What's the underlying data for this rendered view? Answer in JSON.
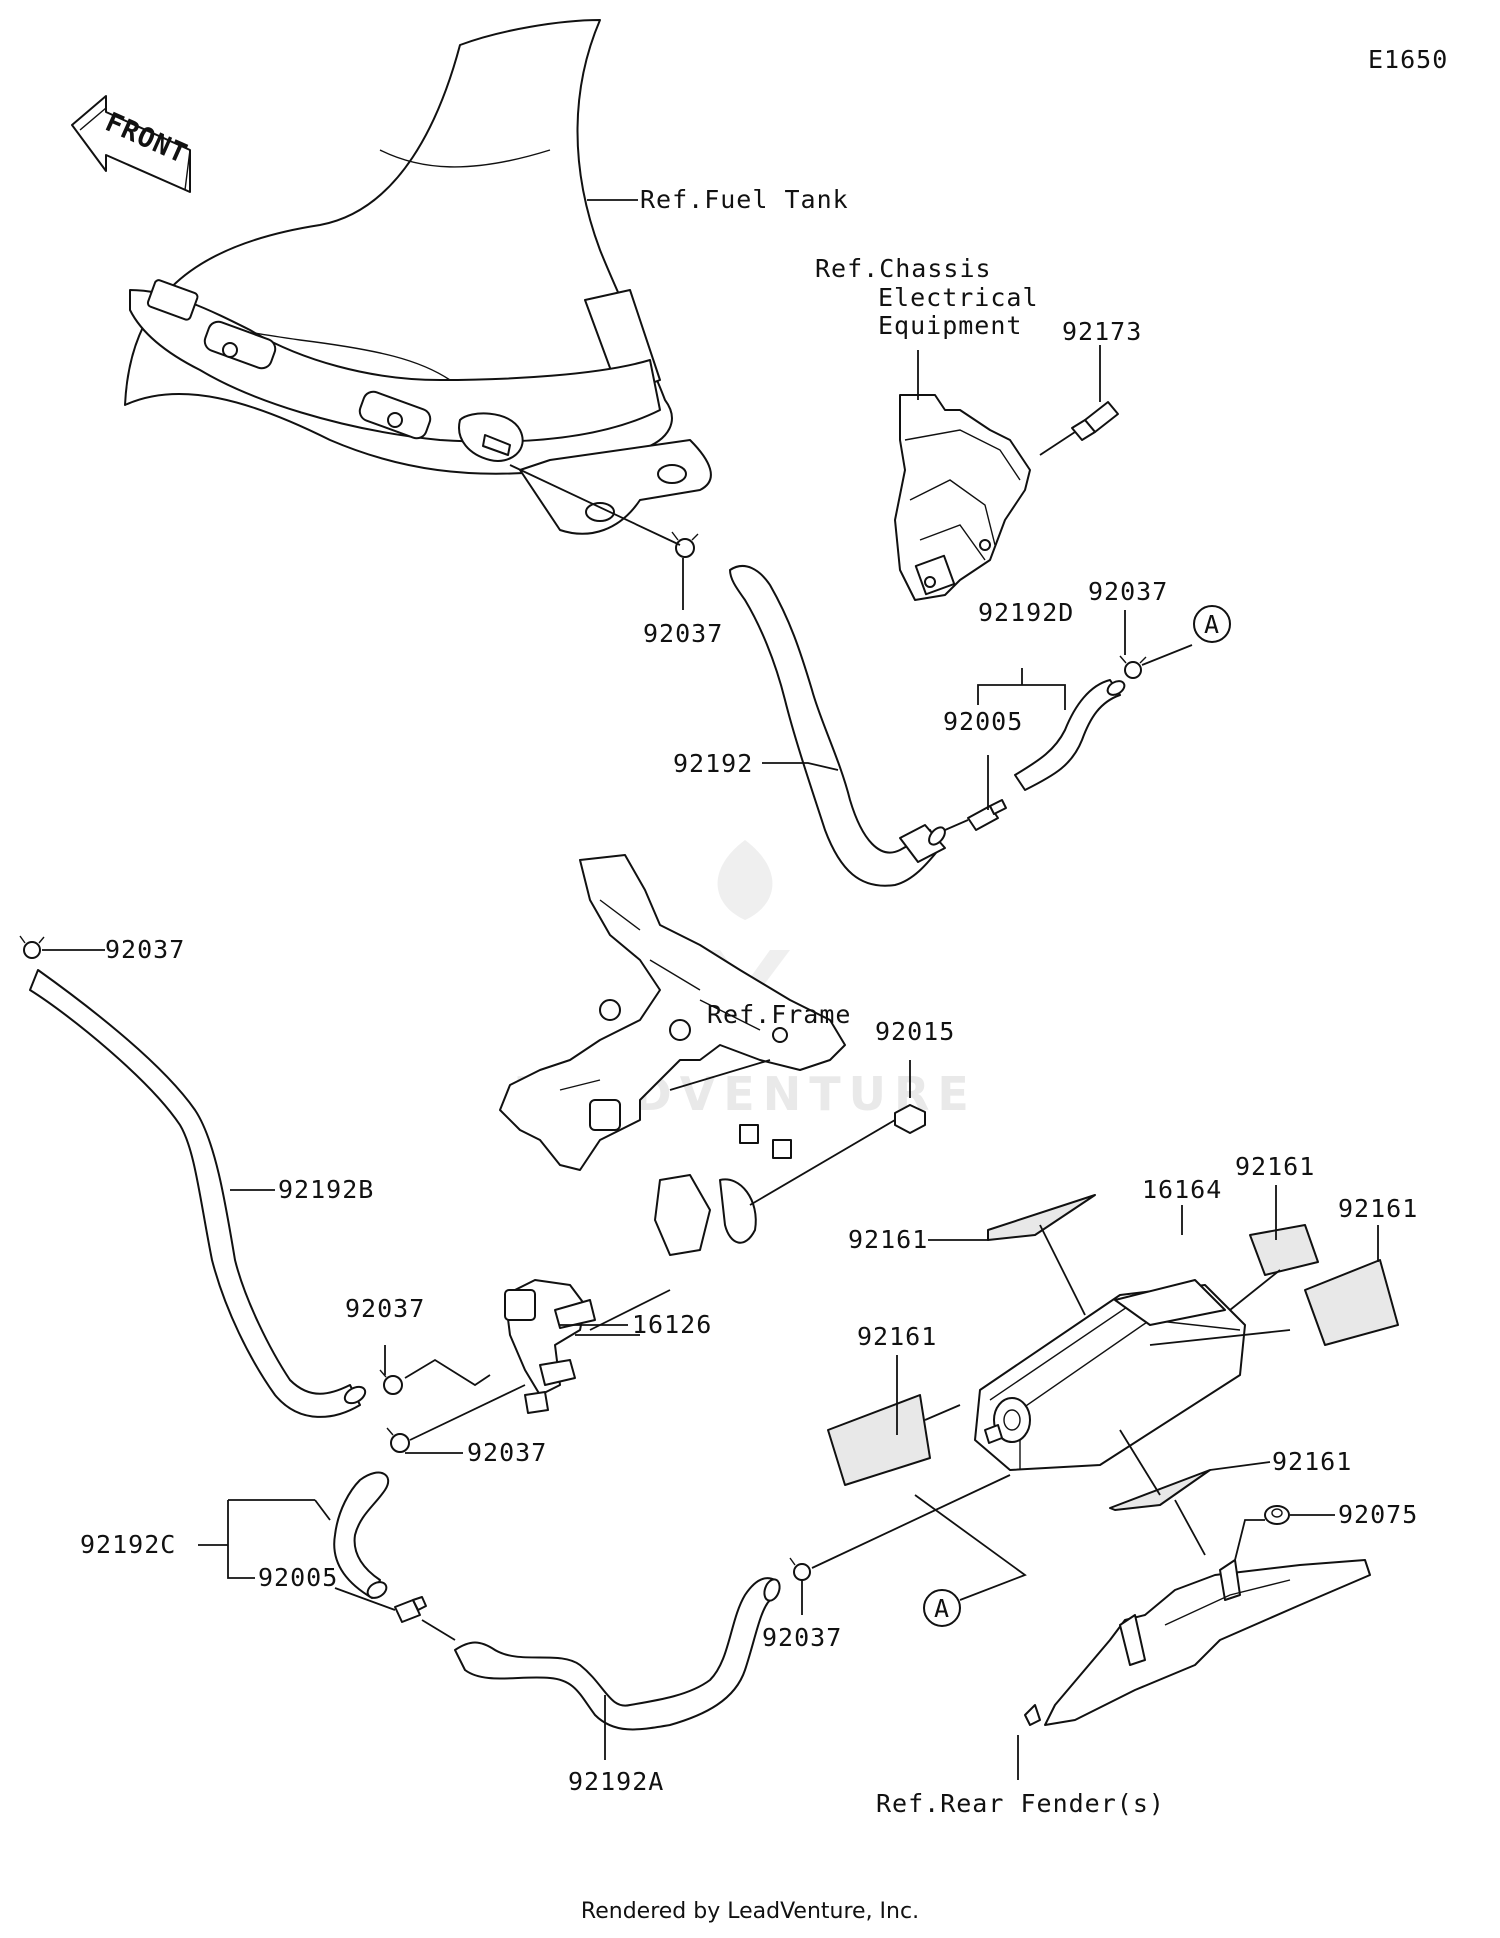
{
  "diagram_id": "E1650",
  "front_arrow": {
    "label": "FRONT"
  },
  "refs": {
    "fuel_tank": "Ref.Fuel Tank",
    "chassis_line1": "Ref.Chassis",
    "chassis_line2": "Electrical",
    "chassis_line3": "Equipment",
    "frame": "Ref.Frame",
    "rear_fender": "Ref.Rear Fender(s)"
  },
  "parts": {
    "p92173": "92173",
    "p92037_top": "92037",
    "p92037_right": "92037",
    "p92192D": "92192D",
    "p92005_top": "92005",
    "p92192": "92192",
    "p92037_left": "92037",
    "p92192B": "92192B",
    "p92015": "92015",
    "p16126": "16126",
    "p92037_mid1": "92037",
    "p92037_mid2": "92037",
    "p92192C": "92192C",
    "p92005_bot": "92005",
    "p92192A": "92192A",
    "p92037_bot": "92037",
    "p16164": "16164",
    "p92161_a": "92161",
    "p92161_b": "92161",
    "p92161_c": "92161",
    "p92161_d": "92161",
    "p92161_e": "92161",
    "p92075": "92075"
  },
  "callouts": {
    "a_top": "A",
    "a_bottom": "A"
  },
  "footer": "Rendered by LeadVenture, Inc.",
  "watermark": "LEADVENTURE"
}
